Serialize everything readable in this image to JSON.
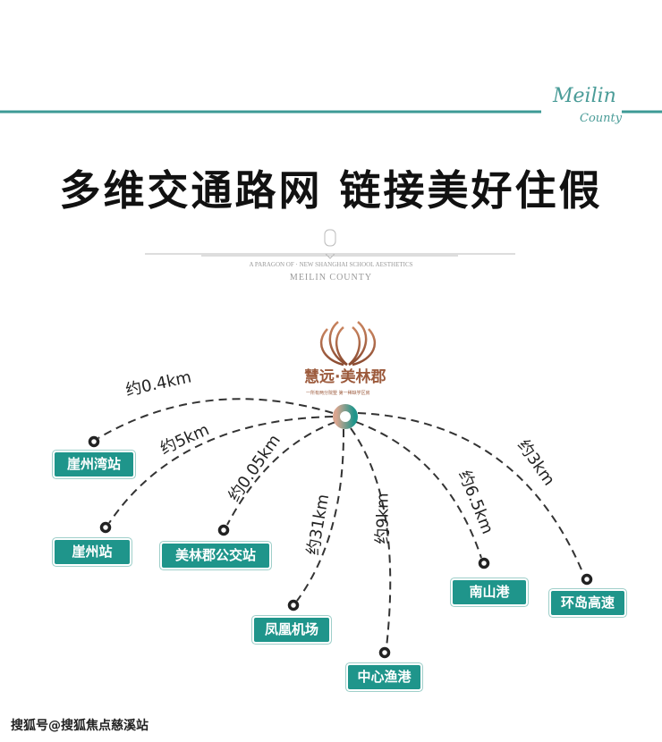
{
  "header": {
    "script_logo_line1": "Meilin",
    "script_logo_line2": "County",
    "title": "多维交通路网 链接美好住假"
  },
  "emblem": {
    "tagline": "A PARAGON OF · NEW SHANGHAI SCHOOL AESTHETICS",
    "county": "MEILIN COUNTY"
  },
  "brand": {
    "name": "慧远·美林郡",
    "subtitle": "一所有两分院墅 第一稀缺学区房"
  },
  "destinations": [
    {
      "name": "崖州湾站",
      "distance": "约0.4km"
    },
    {
      "name": "崖州站",
      "distance": "约5km"
    },
    {
      "name": "美林郡公交站",
      "distance": "约0.05km"
    },
    {
      "name": "凤凰机场",
      "distance": "约31km"
    },
    {
      "name": "中心渔港",
      "distance": "约9km"
    },
    {
      "name": "南山港",
      "distance": "约6.5km"
    },
    {
      "name": "环岛高速",
      "distance": "约3km"
    }
  ],
  "footer": {
    "watermark": "搜狐号@搜狐焦点慈溪站"
  },
  "colors": {
    "accent": "#1f958b",
    "brand": "#9c5a3c",
    "line": "#4a9c98"
  }
}
